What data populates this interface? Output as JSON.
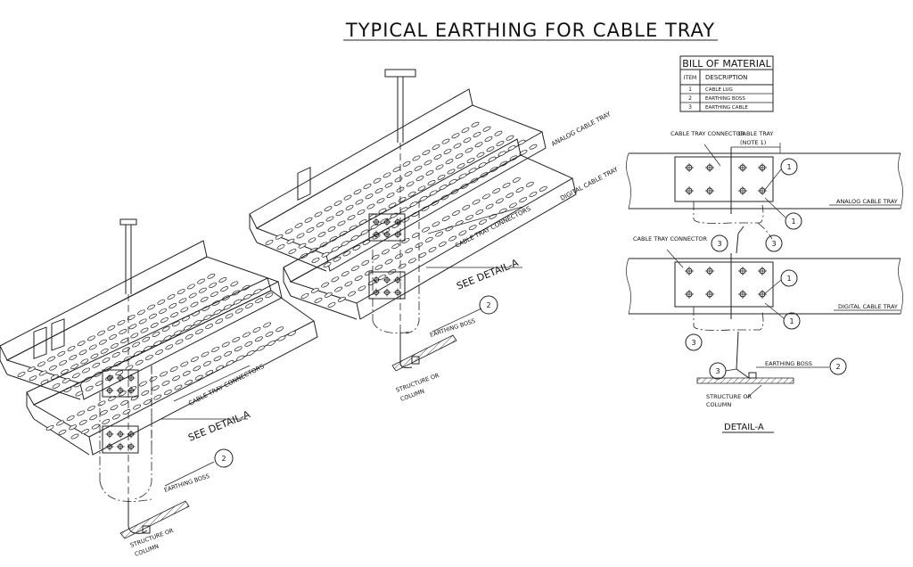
{
  "title": "TYPICAL EARTHING FOR CABLE TRAY",
  "bom": {
    "header": "BILL OF MATERIAL",
    "columns": [
      "ITEM",
      "DESCRIPTION"
    ],
    "rows": [
      {
        "item": "1",
        "description": "CABLE LUG"
      },
      {
        "item": "2",
        "description": "EARTHING BOSS"
      },
      {
        "item": "3",
        "description": "EARTHING CABLE"
      }
    ]
  },
  "labels": {
    "analog_cable_tray": "ANALOG CABLE TRAY",
    "digital_cable_tray": "DIGITAL CABLE TRAY",
    "cable_tray_connectors": "CABLE TRAY CONNECTORS",
    "see_detail_a": "SEE DETAIL-A",
    "earthing_boss": "EARTHING BOSS",
    "structure_or": "STRUCTURE OR",
    "column": "COLUMN",
    "cable_tray_connector": "CABLE TRAY CONNECTOR",
    "cable_tray_note": "CABLE TRAY",
    "note_1": "(NOTE 1)",
    "detail_a": "DETAIL-A"
  },
  "callouts": {
    "one": "1",
    "two": "2",
    "three": "3"
  },
  "colors": {
    "ink": "#222222",
    "background": "#ffffff"
  }
}
